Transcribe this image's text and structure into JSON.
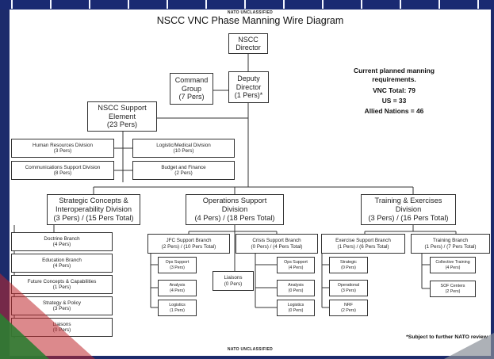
{
  "classification": {
    "top": "NATO UNCLASSIFIED",
    "bottom": "NATO UNCLASSIFIED"
  },
  "title": "NSCC VNC Phase Manning Wire Diagram",
  "summary": {
    "heading_line1": "Current planned manning",
    "heading_line2": "requirements.",
    "vnc_total": "VNC Total: 79",
    "us": "US = 33",
    "allied": "Allied Nations = 46"
  },
  "footnote": "*Subject to further NATO review",
  "boxes": {
    "director": {
      "line1": "NSCC",
      "line2": "Director"
    },
    "deputy": {
      "line1": "Deputy",
      "line2": "Director",
      "line3": "(1 Pers)*"
    },
    "command_group": {
      "line1": "Command",
      "line2": "Group",
      "line3": "(7 Pers)"
    },
    "support_element": {
      "line1": "NSCC Support",
      "line2": "Element",
      "line3": "(23 Pers)"
    },
    "hr": {
      "line1": "Human Resources Division",
      "line2": "(3 Pers)"
    },
    "logmed": {
      "line1": "Logistic/Medical Division",
      "line2": "(10 Pers)"
    },
    "comms": {
      "line1": "Communications Support Division",
      "line2": "(8 Pers)"
    },
    "budget": {
      "line1": "Budget and Finance",
      "line2": "(2 Pers)"
    },
    "scid": {
      "line1": "Strategic Concepts &",
      "line2": "Interoperability Division",
      "line3": "(3 Pers) / (15 Pers Total)"
    },
    "osd": {
      "line1": "Operations Support",
      "line2": "Division",
      "line3": "(4 Pers) / (18 Pers Total)"
    },
    "ted": {
      "line1": "Training & Exercises",
      "line2": "Division",
      "line3": "(3 Pers) / (16 Pers Total)"
    },
    "doctrine": {
      "line1": "Doctrine Branch",
      "line2": "(4 Pers)"
    },
    "education": {
      "line1": "Education Branch",
      "line2": "(4 Pers)"
    },
    "future": {
      "line1": "Future Concepts & Capabilities",
      "line2": "(1 Pers)"
    },
    "strategy": {
      "line1": "Strategy & Policy",
      "line2": "(3 Pers)"
    },
    "liaisons_left": {
      "line1": "Liaisons",
      "line2": "(0 Pers)"
    },
    "jfc": {
      "line1": "JFC Support Branch",
      "line2": "(2 Pers) / (10 Pers Total)"
    },
    "csb": {
      "line1": "Crisis Support Branch",
      "line2": "(0 Pers) / (4 Pers Total)"
    },
    "jfc_ops": {
      "line1": "Ops Support",
      "line2": "(3 Pers)"
    },
    "jfc_analysis": {
      "line1": "Analysis",
      "line2": "(4 Pers)"
    },
    "jfc_logistics": {
      "line1": "Logistics",
      "line2": "(1 Pers)"
    },
    "liaisons_mid": {
      "line1": "Liaisons",
      "line2": "(0 Pers)"
    },
    "csb_ops": {
      "line1": "Ops Support",
      "line2": "(4 Pers)"
    },
    "csb_analysis": {
      "line1": "Analysis",
      "line2": "(0 Pers)"
    },
    "csb_logistics": {
      "line1": "Logistics",
      "line2": "(0 Pers)"
    },
    "esb": {
      "line1": "Exercise Support Branch",
      "line2": "(1 Pers) / (6 Pers Total)"
    },
    "tb": {
      "line1": "Training Branch",
      "line2": "(1 Pers) / (7 Pers Total)"
    },
    "strategic": {
      "line1": "Strategic",
      "line2": "(0 Pers)"
    },
    "operational": {
      "line1": "Operational",
      "line2": "(3 Pers)"
    },
    "nrf": {
      "line1": "NRF",
      "line2": "(2 Pers)"
    },
    "collective": {
      "line1": "Collective Training",
      "line2": "(4 Pers)"
    },
    "sof": {
      "line1": "SOF Centers",
      "line2": "(2 Pers)"
    }
  },
  "colors": {
    "frame": "#1c2b6b",
    "deco_red": "#c0282d",
    "deco_green": "#2e7d32"
  }
}
